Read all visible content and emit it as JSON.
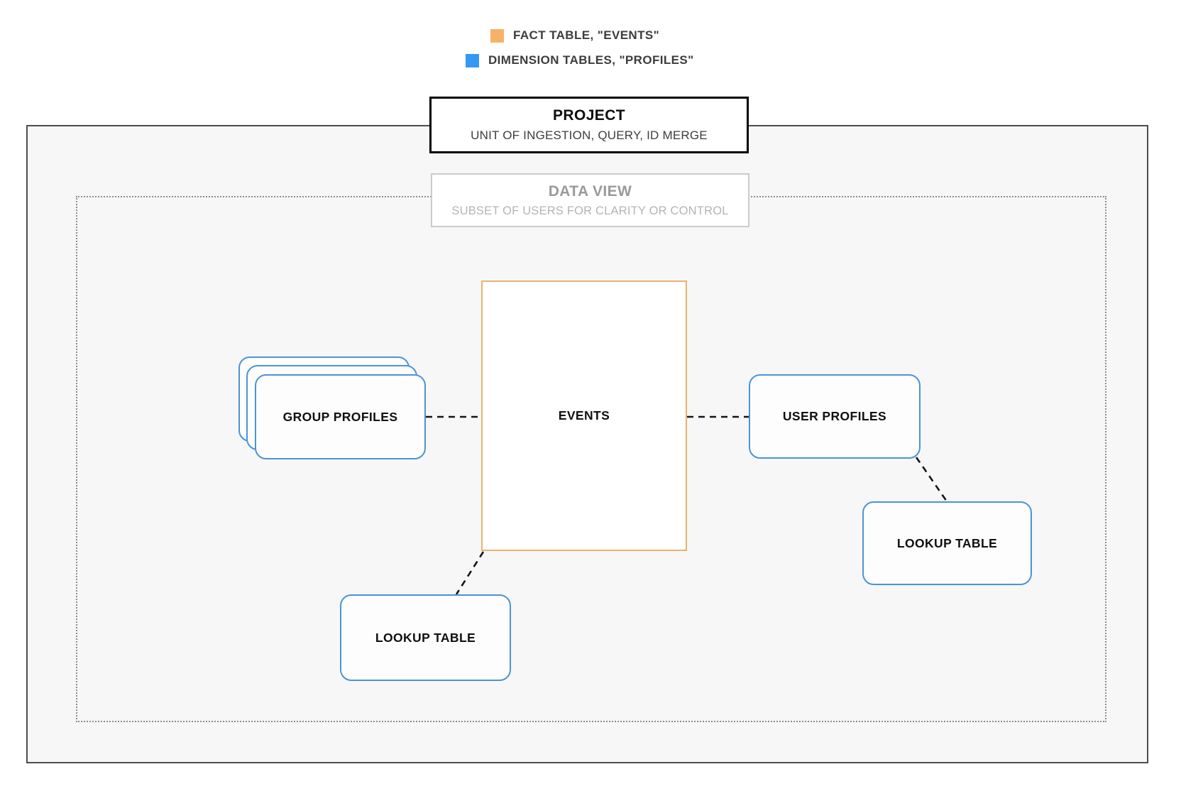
{
  "legend": {
    "items": [
      {
        "id": "fact",
        "label": "FACT TABLE, \"EVENTS\"",
        "color": "#f6b269"
      },
      {
        "id": "dimension",
        "label": "DIMENSION TABLES, \"PROFILES\"",
        "color": "#3398f2"
      }
    ]
  },
  "project": {
    "title": "PROJECT",
    "subtitle": "UNIT OF INGESTION, QUERY, ID MERGE"
  },
  "data_view": {
    "title": "DATA VIEW",
    "subtitle": "SUBSET OF USERS FOR CLARITY OR CONTROL"
  },
  "nodes": {
    "events": {
      "label": "EVENTS",
      "type": "fact"
    },
    "group_profiles": {
      "label": "GROUP PROFILES",
      "type": "dimension"
    },
    "user_profiles": {
      "label": "USER PROFILES",
      "type": "dimension"
    },
    "lookup_table_left": {
      "label": "LOOKUP TABLE",
      "type": "dimension"
    },
    "lookup_table_right": {
      "label": "LOOKUP TABLE",
      "type": "dimension"
    }
  },
  "edges": [
    {
      "from": "group_profiles",
      "to": "events",
      "style": "dashed"
    },
    {
      "from": "events",
      "to": "user_profiles",
      "style": "dashed"
    },
    {
      "from": "user_profiles",
      "to": "lookup_table_right",
      "style": "dashed"
    },
    {
      "from": "events",
      "to": "lookup_table_left",
      "style": "dashed"
    }
  ],
  "colors": {
    "fact_border": "#eab26d",
    "fact_swatch": "#f6b269",
    "dimension_border": "#4a94d6",
    "dimension_swatch": "#3398f2",
    "outer_border": "#4e4e4e",
    "outer_fill": "#f7f7f8",
    "dotted_border": "#8d8d8d",
    "connector": "#161616"
  }
}
